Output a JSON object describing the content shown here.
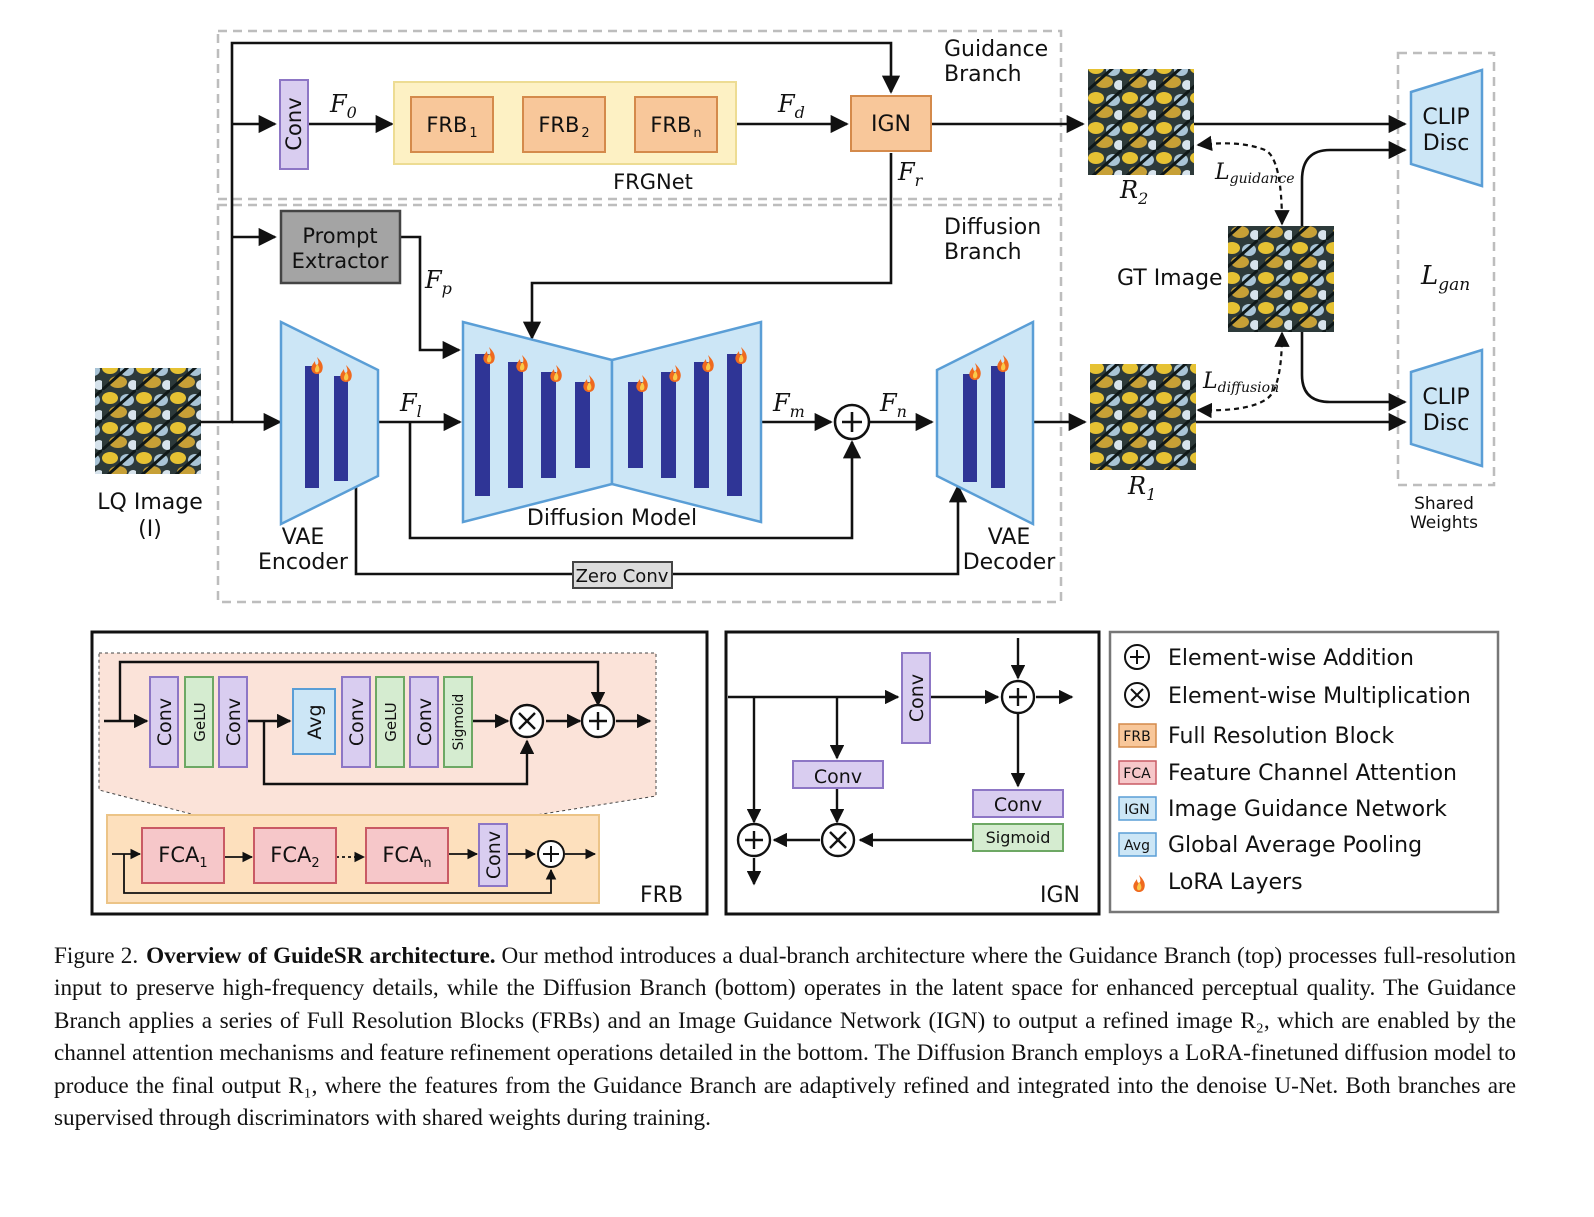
{
  "main_diagram": {
    "guidance_branch_label": [
      "Guidance",
      "Branch"
    ],
    "diffusion_branch_label": [
      "Diffusion",
      "Branch"
    ],
    "conv": "Conv",
    "frb_blocks": [
      {
        "base": "FRB",
        "sub": "1"
      },
      {
        "base": "FRB",
        "sub": "2"
      },
      {
        "base": "FRB",
        "sub": "n"
      }
    ],
    "frgnet": "FRGNet",
    "ign": "IGN",
    "f0": {
      "base": "F",
      "sub": "0"
    },
    "fd": {
      "base": "F",
      "sub": "d"
    },
    "fr": {
      "base": "F",
      "sub": "r"
    },
    "fp": {
      "base": "F",
      "sub": "p"
    },
    "fl": {
      "base": "F",
      "sub": "l"
    },
    "fm": {
      "base": "F",
      "sub": "m"
    },
    "fn": {
      "base": "F",
      "sub": "n"
    },
    "prompt_extractor": [
      "Prompt",
      "Extractor"
    ],
    "lq_image": [
      "LQ Image",
      "(I)"
    ],
    "vae_encoder": [
      "VAE",
      "Encoder"
    ],
    "vae_decoder": [
      "VAE",
      "Decoder"
    ],
    "diffusion_model": "Diffusion Model",
    "zero_conv": "Zero Conv",
    "r2": {
      "base": "R",
      "sub": "2"
    },
    "r1": {
      "base": "R",
      "sub": "1"
    },
    "gt_image": "GT Image",
    "l_guidance": {
      "base": "L",
      "sub": "guidance"
    },
    "l_diffusion": {
      "base": "L",
      "sub": "diffusion"
    },
    "l_gan": {
      "base": "L",
      "sub": "gan"
    },
    "clip_disc": [
      "CLIP",
      "Disc"
    ],
    "shared_weights": [
      "Shared",
      "Weights"
    ]
  },
  "frb_panel": {
    "title": "FRB",
    "fca_chain": [
      "Conv",
      "GeLU",
      "Conv",
      "Avg",
      "Conv",
      "GeLU",
      "Conv",
      "Sigmoid"
    ],
    "fca_blocks": [
      {
        "base": "FCA",
        "sub": "1"
      },
      {
        "base": "FCA",
        "sub": "2"
      },
      {
        "base": "FCA",
        "sub": "n"
      }
    ],
    "conv": "Conv"
  },
  "ign_panel": {
    "title": "IGN",
    "conv_vertical": "Conv",
    "conv_left": "Conv",
    "conv_right": "Conv",
    "sigmoid": "Sigmoid"
  },
  "legend": {
    "items": [
      {
        "symbol": "plus",
        "label": "Element-wise Addition"
      },
      {
        "symbol": "times",
        "label": "Element-wise Multiplication"
      },
      {
        "symbol": "FRB",
        "label": "Full Resolution Block",
        "color": "#f8c79a",
        "border": "#d48a4b"
      },
      {
        "symbol": "FCA",
        "label": "Feature Channel Attention",
        "color": "#f6c7c9",
        "border": "#c95a64"
      },
      {
        "symbol": "IGN",
        "label": "Image Guidance Network",
        "color": "#cce6f6",
        "border": "#5a9ed6"
      },
      {
        "symbol": "Avg",
        "label": "Global Average Pooling",
        "color": "#cce6f6",
        "border": "#5a9ed6"
      },
      {
        "symbol": "flame",
        "label": "LoRA Layers"
      }
    ]
  },
  "caption": {
    "label": "Figure 2.",
    "title": "Overview of GuideSR architecture.",
    "text": "Our method introduces a dual-branch architecture where the Guidance Branch (top) processes full-resolution input to preserve high-frequency details, while the Diffusion Branch (bottom) operates in the latent space for enhanced perceptual quality. The Guidance Branch applies a series of Full Resolution Blocks (FRBs) and an Image Guidance Network (IGN) to output a refined image R₂, which are enabled by the channel attention mechanisms and feature refinement operations detailed in the bottom. The Diffusion Branch employs a LoRA-finetuned diffusion model to produce the final output R₁, where the features from the Guidance Branch are adaptively refined and integrated into the denoise U-Net. Both branches are supervised through discriminators with shared weights during training."
  },
  "colors": {
    "conv_fill": "#d9cdf0",
    "conv_stroke": "#8d76c5",
    "frb_fill": "#f8c79a",
    "frb_stroke": "#d48a4b",
    "frgnet_fill": "#fdf1c4",
    "frgnet_stroke": "#eddc93",
    "fca_fill": "#f6c7c9",
    "fca_stroke": "#c95a64",
    "gelu_fill": "#d5ecd0",
    "gelu_stroke": "#6da864",
    "blue_fill": "#cce6f6",
    "blue_stroke": "#5a9ed6",
    "bar": "#2f3596",
    "grey_fill": "#a4a4a4"
  }
}
